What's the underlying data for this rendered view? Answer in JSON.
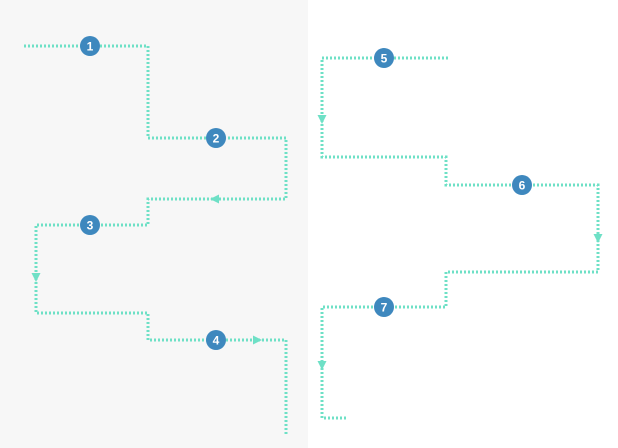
{
  "colors": {
    "path": "#6EE0C6",
    "marker_fill": "#3E88BE",
    "marker_text": "#FFFFFF",
    "left_panel": "#F7F7F7",
    "background": "#FFFFFF"
  },
  "markers": [
    {
      "label": "1"
    },
    {
      "label": "2"
    },
    {
      "label": "3"
    },
    {
      "label": "4"
    },
    {
      "label": "5"
    },
    {
      "label": "6"
    },
    {
      "label": "7"
    }
  ]
}
